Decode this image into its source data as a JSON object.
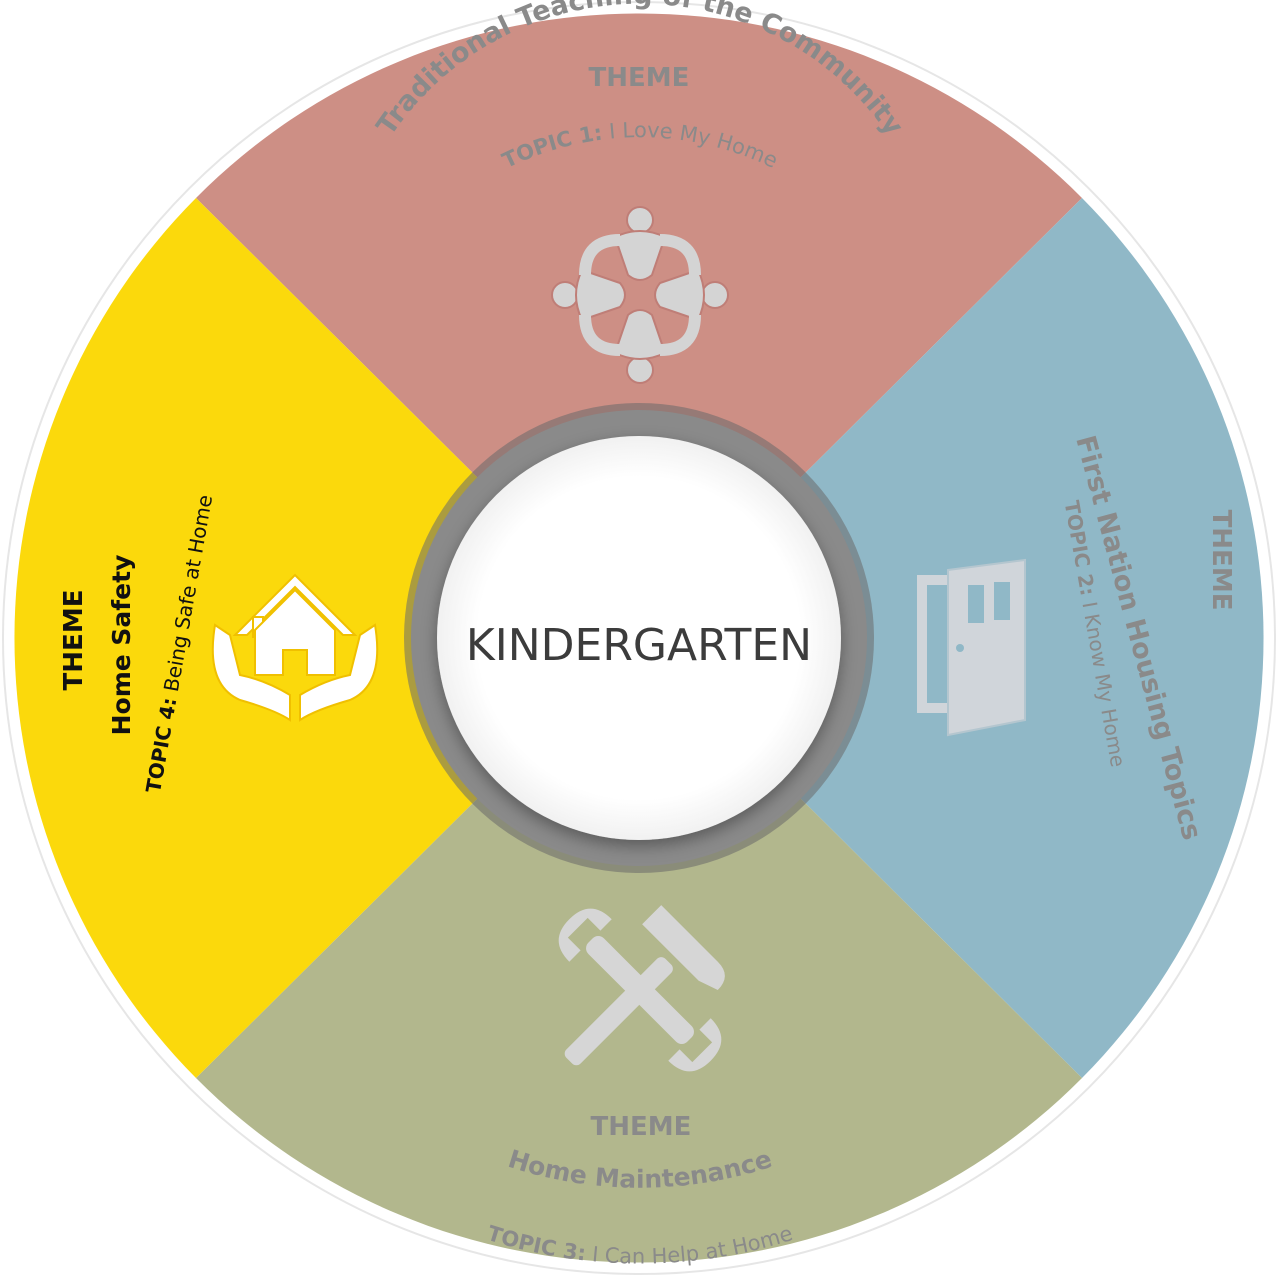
{
  "center_label": "KINDERGARTEN",
  "segments": {
    "top": {
      "color": "#cd8f85",
      "text_color": "#8a8a8a",
      "theme_label": "THEME",
      "theme_name": "Traditional Teaching of the Community",
      "topic_prefix": "TOPIC 1:",
      "topic_text": "I Love My Home",
      "icon": "community-circle-icon"
    },
    "right": {
      "color": "#90b8c7",
      "text_color": "#8a8a8a",
      "theme_label": "THEME",
      "theme_name": "First Nation Housing Topics",
      "topic_prefix": "TOPIC 2:",
      "topic_text": "I Know My Home",
      "icon": "open-door-icon"
    },
    "bottom": {
      "color": "#b2b78d",
      "text_color": "#8a8a8a",
      "theme_label": "THEME",
      "theme_name": "Home Maintenance",
      "topic_prefix": "TOPIC 3:",
      "topic_text": "I Can Help at Home",
      "icon": "hammer-wrench-icon"
    },
    "left": {
      "color": "#fbd90c",
      "text_color": "#111111",
      "theme_label": "THEME",
      "theme_name": "Home Safety",
      "topic_prefix": "TOPIC 4:",
      "topic_text": "Being Safe at Home",
      "icon": "house-in-hands-icon"
    }
  }
}
